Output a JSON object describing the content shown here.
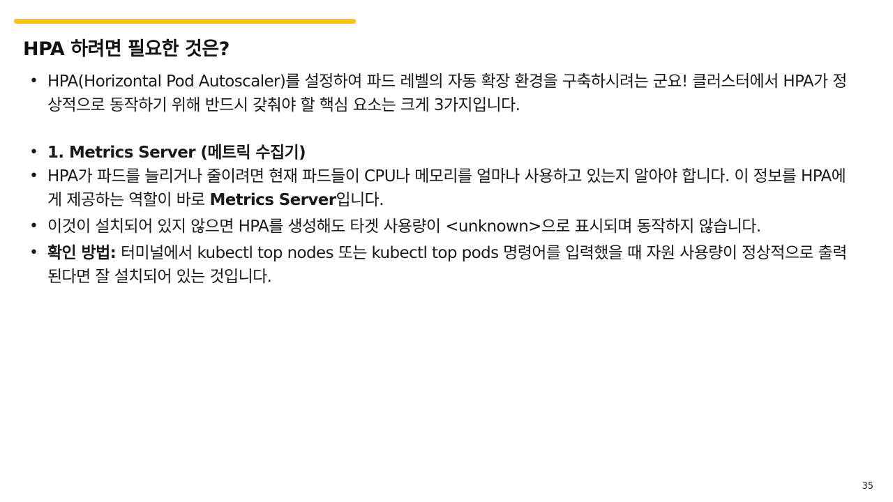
{
  "slide": {
    "accent_color": "#F8C210",
    "title": "HPA 하려면 필요한 것은?",
    "page_number": "35"
  },
  "bullets": [
    {
      "text": "HPA(Horizontal Pod Autoscaler)를 설정하여 파드 레벨의 자동 확장 환경을 구축하시려는 군요! 클러스터에서 HPA가 정상적으로 동작하기 위해 반드시 갖춰야 할 핵심 요소는 크게 3가지입니다."
    },
    {
      "heading": "1. Metrics Server (메트릭 수집기)"
    },
    {
      "text_before": "HPA가 파드를 늘리거나 줄이려면 현재 파드들이 CPU나 메모리를 얼마나 사용하고 있는지 알아야 합니다. 이 정보를 HPA에게 제공하는 역할이 바로 ",
      "bold": "Metrics Server",
      "text_after": "입니다."
    },
    {
      "text": "이것이 설치되어 있지 않으면 HPA를 생성해도 타겟 사용량이 <unknown>으로 표시되며 동작하지 않습니다."
    },
    {
      "bold": "확인 방법:",
      "text_after": " 터미널에서 kubectl top nodes 또는 kubectl top pods 명령어를 입력했을 때 자원 사용량이 정상적으로 출력된다면 잘 설치되어 있는 것입니다."
    }
  ]
}
